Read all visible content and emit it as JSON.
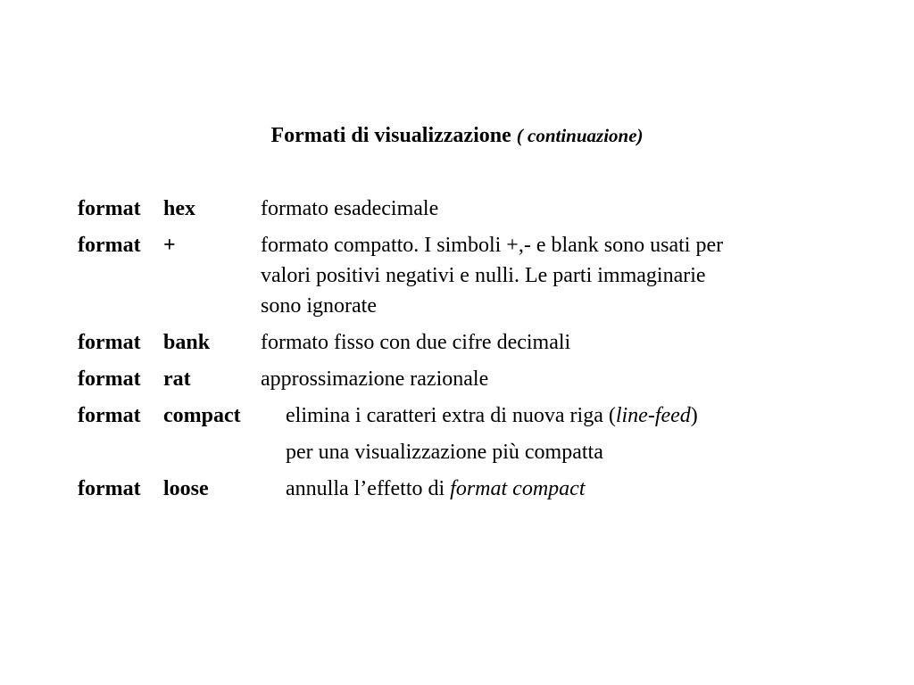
{
  "title": {
    "main": "Formati di visualizzazione",
    "sub": "( continuazione)"
  },
  "entries": [
    {
      "keyword": "format",
      "arg": "hex",
      "lines": [
        "formato esadecimale"
      ]
    },
    {
      "keyword": "format",
      "arg": "+",
      "lines": [
        "formato compatto. I simboli +,- e blank sono usati per",
        "valori positivi negativi e nulli. Le parti immaginarie",
        "sono ignorate"
      ]
    },
    {
      "keyword": "format",
      "arg": "bank",
      "lines": [
        "formato fisso con due cifre decimali"
      ]
    },
    {
      "keyword": "format",
      "arg": "rat",
      "lines": [
        "approssimazione razionale"
      ]
    },
    {
      "keyword": "format",
      "arg": "compact",
      "line1_before": "elimina i caratteri extra di nuova riga (",
      "line1_italic": "line-feed",
      "line1_after": ")",
      "line2": "per una visualizzazione più compatta"
    },
    {
      "keyword": "format",
      "arg": "loose",
      "line1_before": "annulla l’effetto di ",
      "line1_italic": "format compact"
    }
  ]
}
